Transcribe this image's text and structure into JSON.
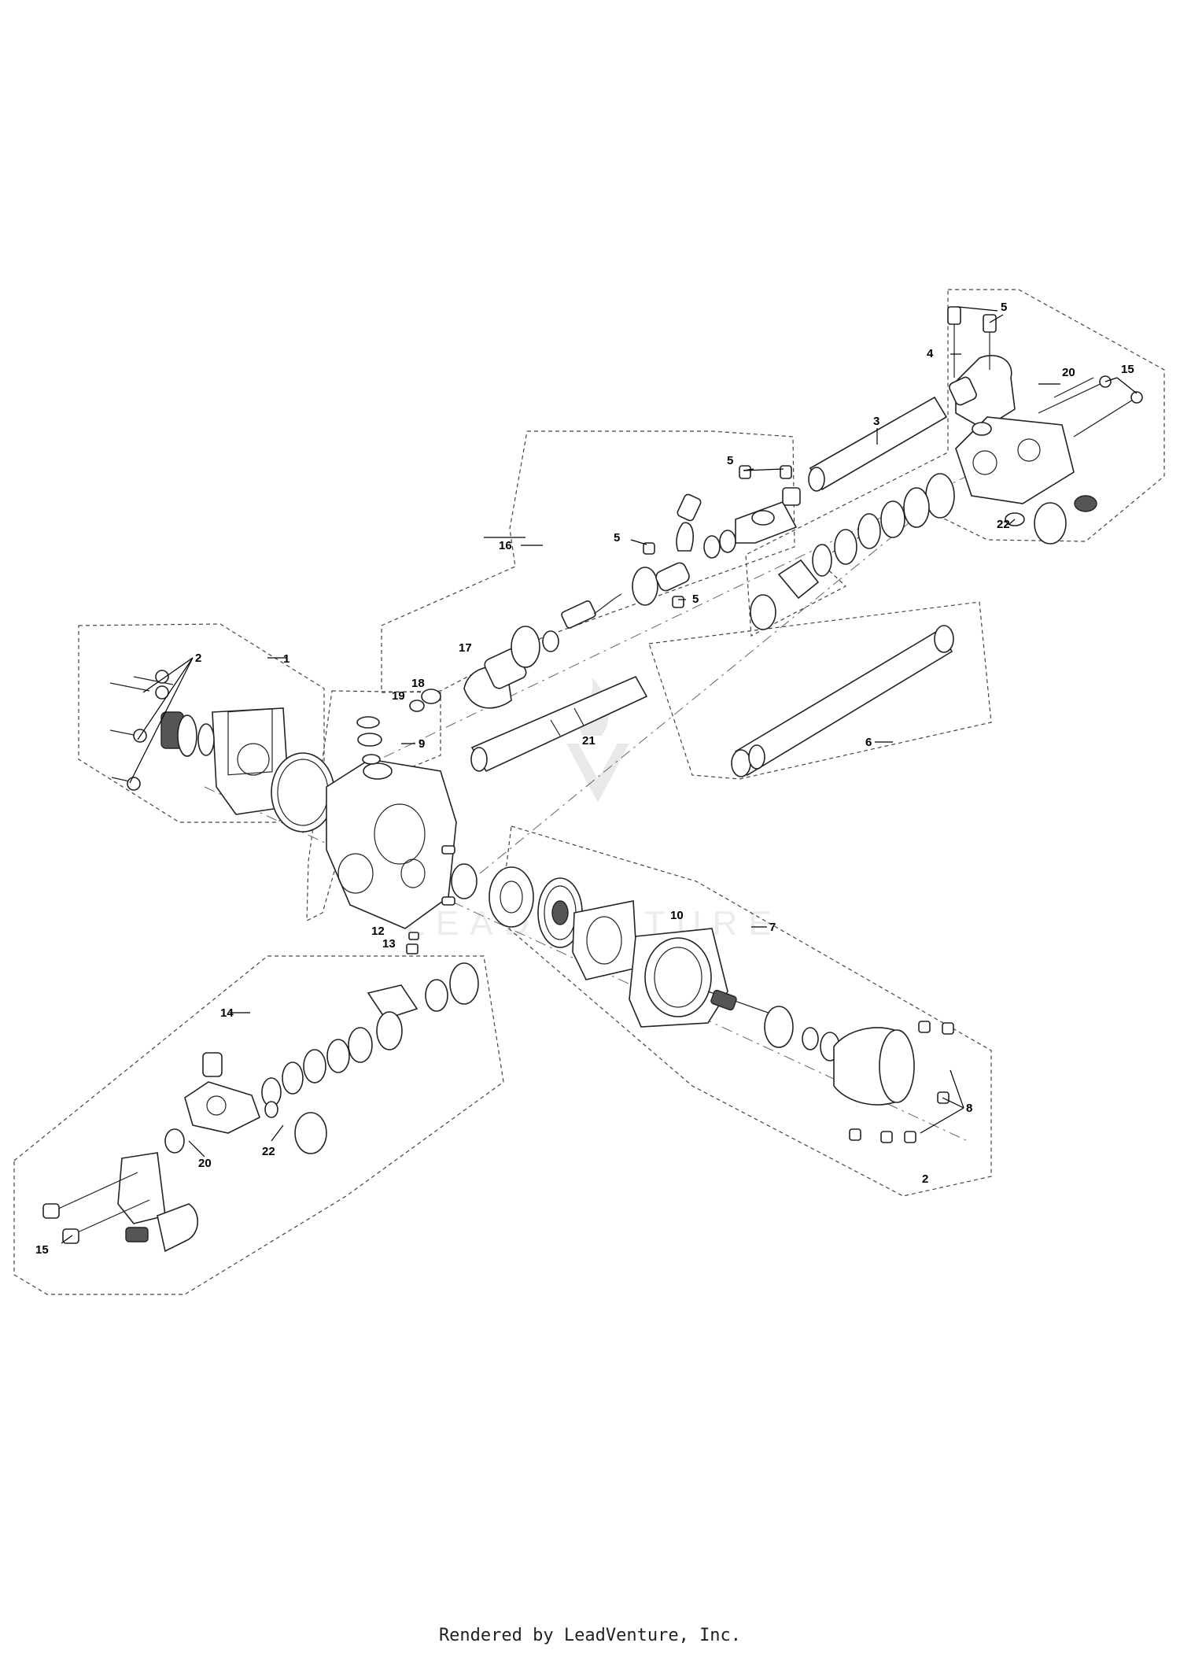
{
  "diagram": {
    "callouts": [
      {
        "id": "c1",
        "text": "1"
      },
      {
        "id": "c2a",
        "text": "2"
      },
      {
        "id": "c2b",
        "text": "2"
      },
      {
        "id": "c3",
        "text": "3"
      },
      {
        "id": "c4",
        "text": "4"
      },
      {
        "id": "c5a",
        "text": "5"
      },
      {
        "id": "c5b",
        "text": "5"
      },
      {
        "id": "c5c",
        "text": "5"
      },
      {
        "id": "c5d",
        "text": "5"
      },
      {
        "id": "c6",
        "text": "6"
      },
      {
        "id": "c7",
        "text": "7"
      },
      {
        "id": "c8",
        "text": "8"
      },
      {
        "id": "c9",
        "text": "9"
      },
      {
        "id": "c10",
        "text": "10"
      },
      {
        "id": "c12",
        "text": "12"
      },
      {
        "id": "c13",
        "text": "13"
      },
      {
        "id": "c14",
        "text": "14"
      },
      {
        "id": "c15a",
        "text": "15"
      },
      {
        "id": "c15b",
        "text": "15"
      },
      {
        "id": "c16",
        "text": "16"
      },
      {
        "id": "c17",
        "text": "17"
      },
      {
        "id": "c18",
        "text": "18"
      },
      {
        "id": "c19",
        "text": "19"
      },
      {
        "id": "c20a",
        "text": "20"
      },
      {
        "id": "c20b",
        "text": "20"
      },
      {
        "id": "c21",
        "text": "21"
      },
      {
        "id": "c22a",
        "text": "22"
      },
      {
        "id": "c22b",
        "text": "22"
      }
    ],
    "watermark_text": "LEADVENTURE"
  },
  "footer": {
    "text": "Rendered by LeadVenture, Inc."
  }
}
